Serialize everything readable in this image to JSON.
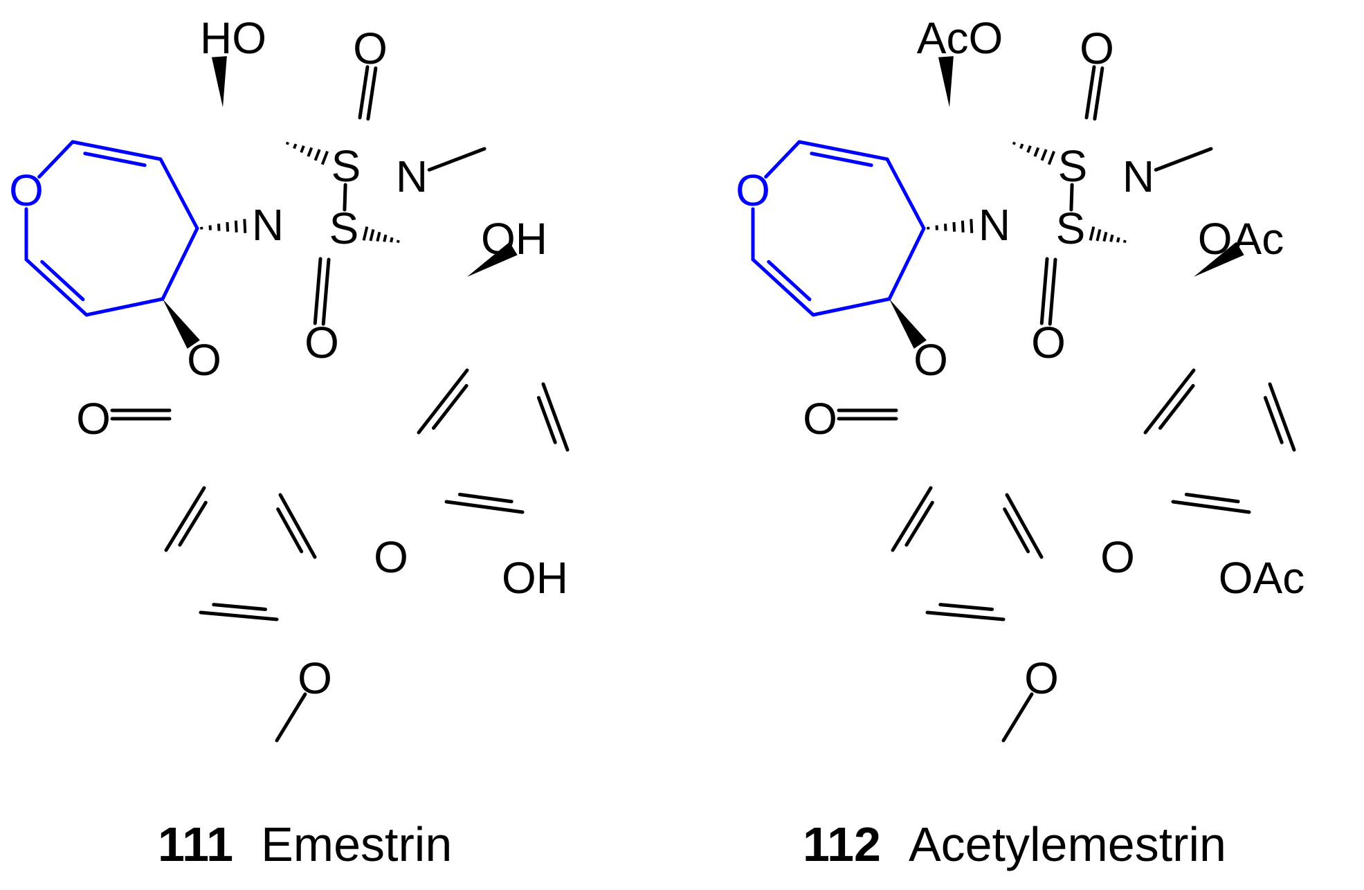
{
  "colors": {
    "ink": "#000000",
    "highlight": "#0000ff"
  },
  "atom_labels": {
    "hydroxyl": "HO",
    "hydroxyl_r": "OH",
    "acetoxy": "AcO",
    "acetoxy_r": "OAc",
    "oxygen": "O",
    "nitrogen": "N",
    "sulfur": "S"
  },
  "compounds": [
    {
      "number": "111",
      "name": "Emestrin"
    },
    {
      "number": "112",
      "name": "Acetylemestrin"
    }
  ]
}
